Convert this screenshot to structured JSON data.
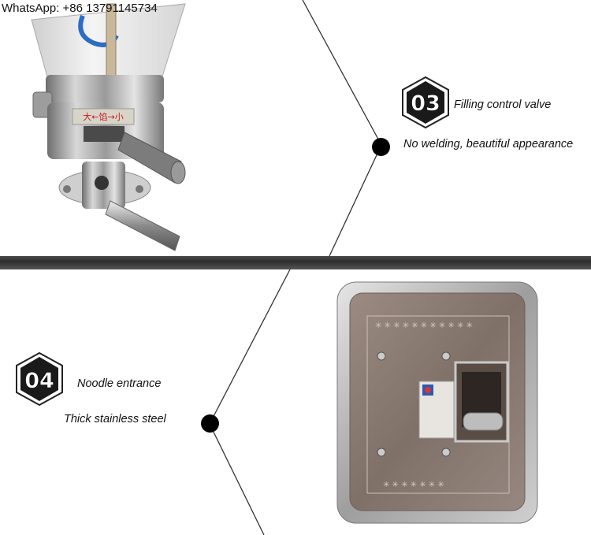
{
  "watermark": "WhatsApp: +86 13791145734",
  "section_03": {
    "number": "03",
    "title": "Filling control valve",
    "subtitle": "No welding, beautiful appearance"
  },
  "section_04": {
    "number": "04",
    "title": "Noodle entrance",
    "subtitle": "Thick stainless steel"
  },
  "valve_label": "大←馅→小",
  "colors": {
    "badge_dark": "#1a1a1a",
    "divider": "#3a3a3a",
    "steel": "#b9b9b9",
    "tray_brown": "#8c7a70"
  }
}
